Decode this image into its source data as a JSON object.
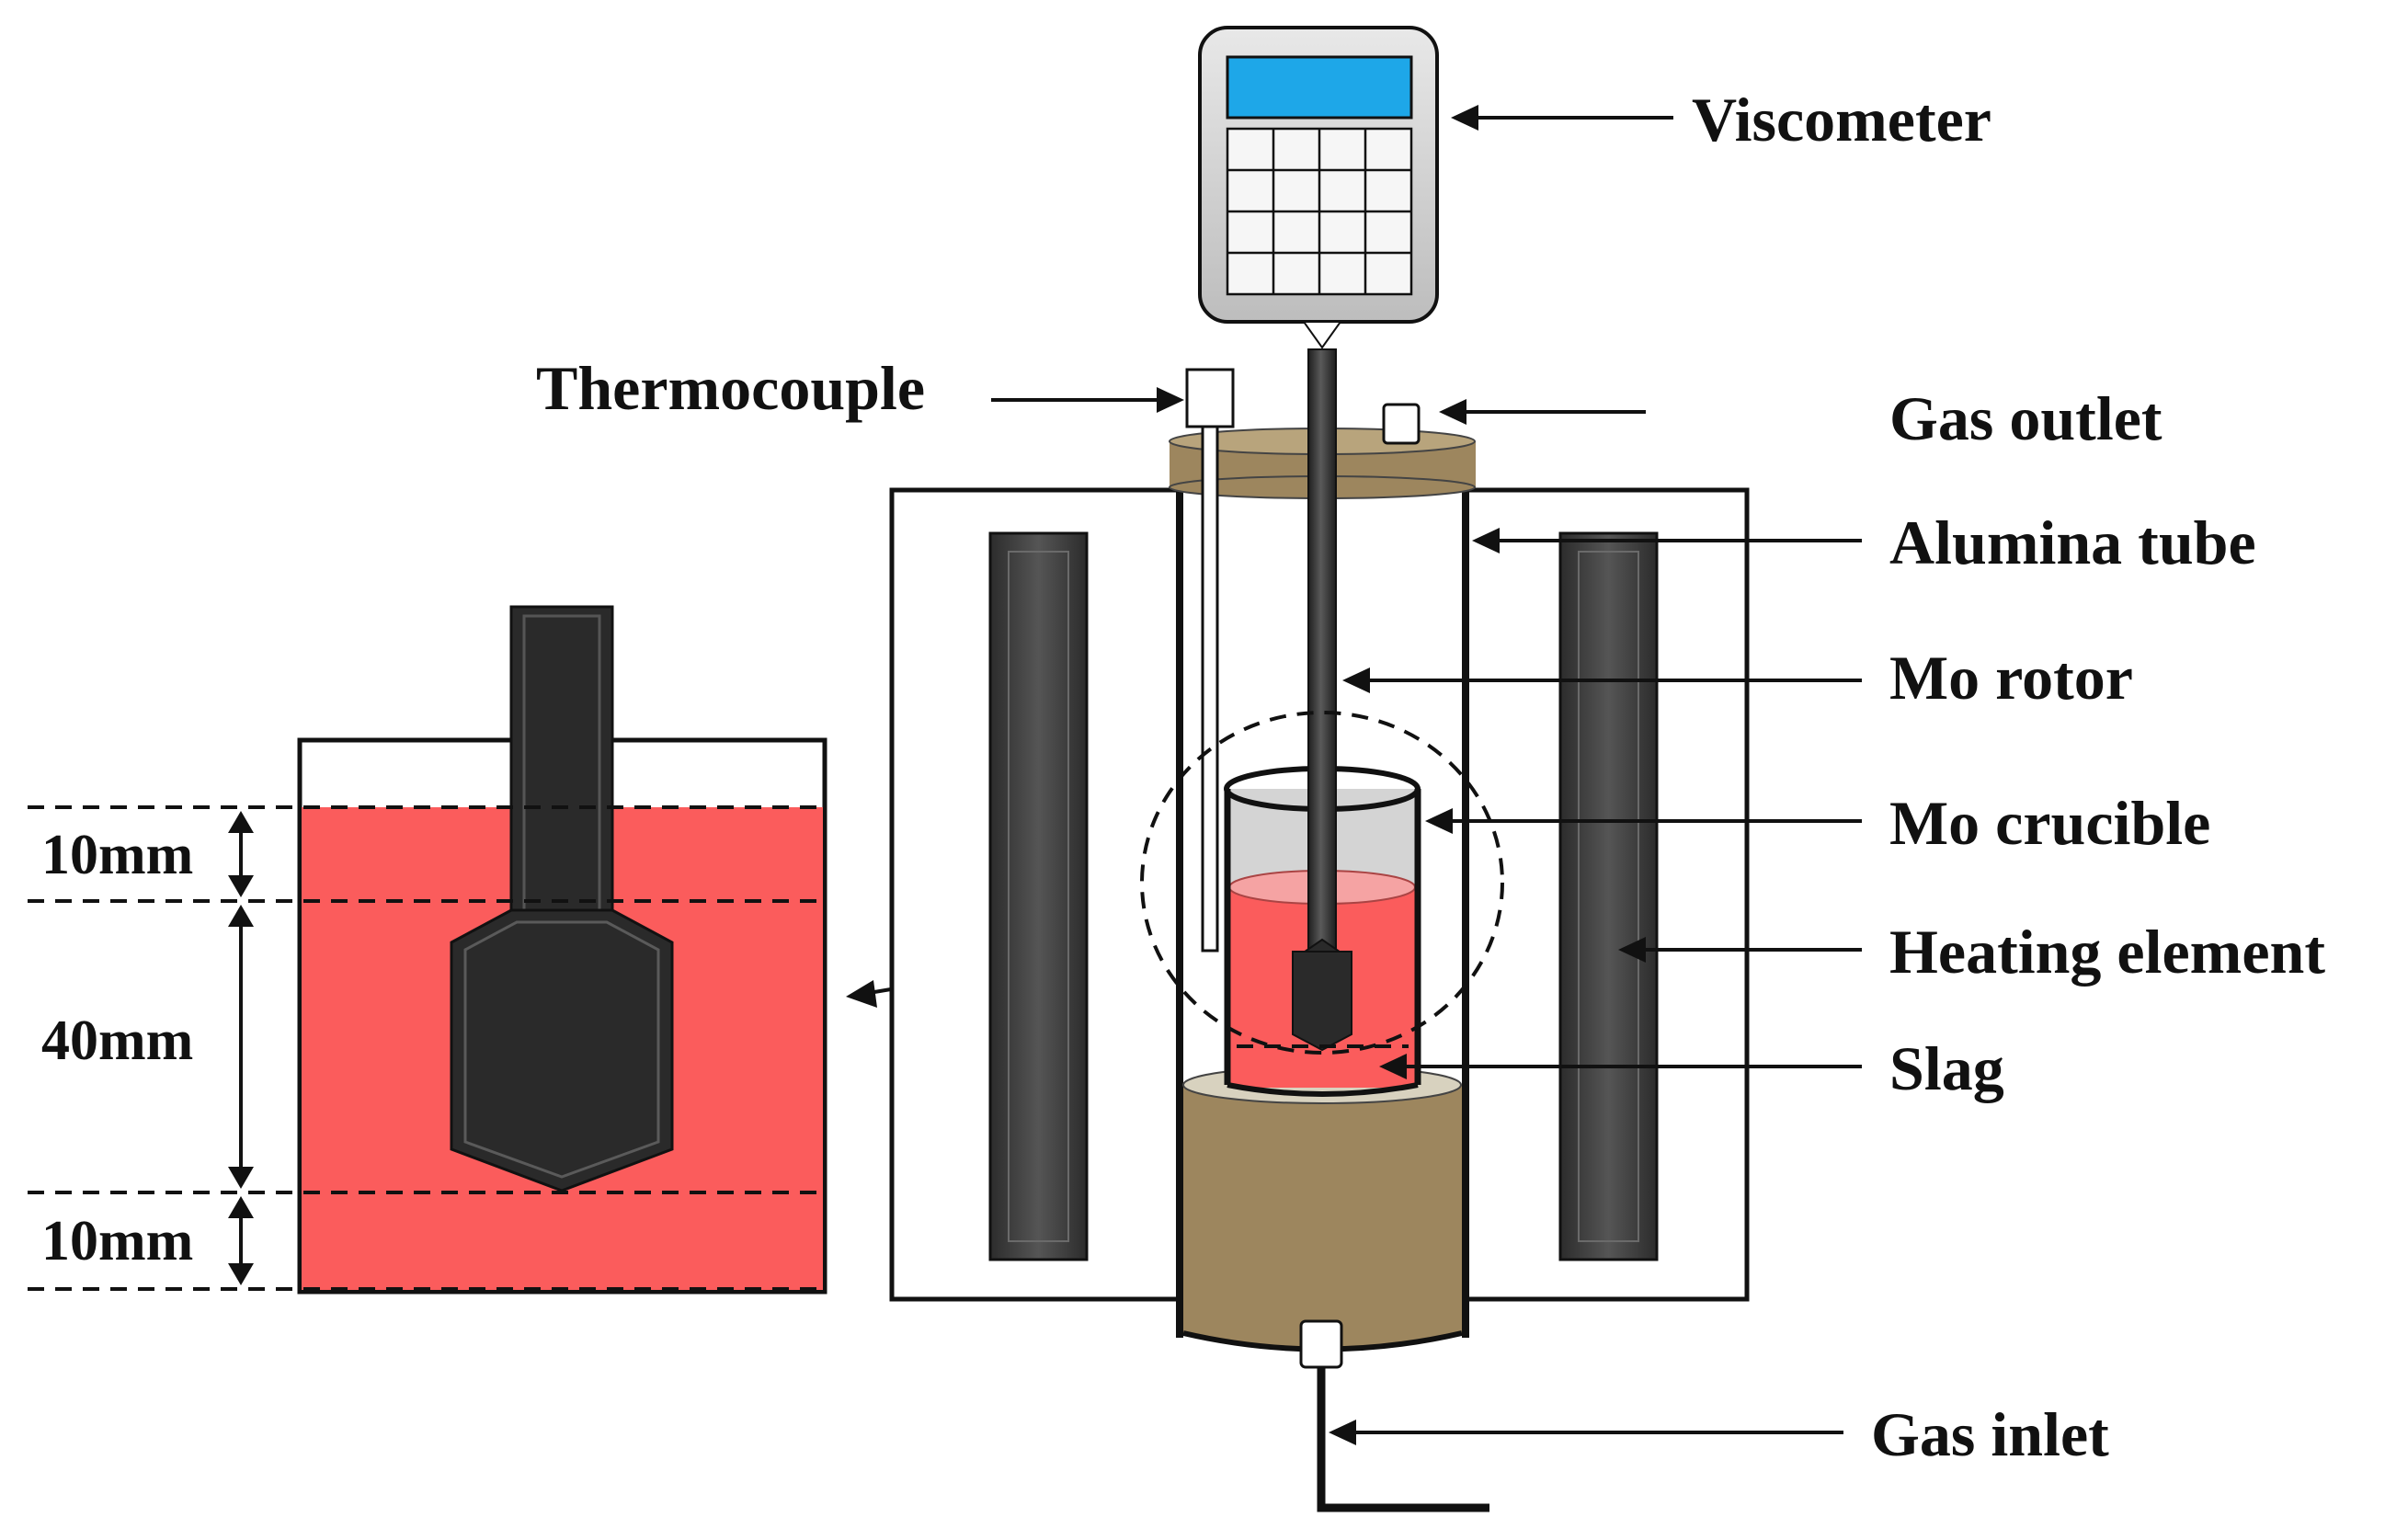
{
  "labels": {
    "viscometer": "Viscometer",
    "thermocouple": "Thermocouple",
    "gas_outlet": "Gas outlet",
    "alumina_tube": "Alumina tube",
    "mo_rotor": "Mo rotor",
    "mo_crucible": "Mo crucible",
    "heating_element": "Heating element",
    "slag": "Slag",
    "gas_inlet": "Gas inlet"
  },
  "dimensions": {
    "top_gap": "10mm",
    "rotor_length": "40mm",
    "bottom_gap": "10mm"
  },
  "colors": {
    "slag": "#fb5c5c",
    "display": "#1ea7e8",
    "support": "#9d865e",
    "heating_element": "#3b3b3b",
    "rotor": "#2a2a2a"
  }
}
